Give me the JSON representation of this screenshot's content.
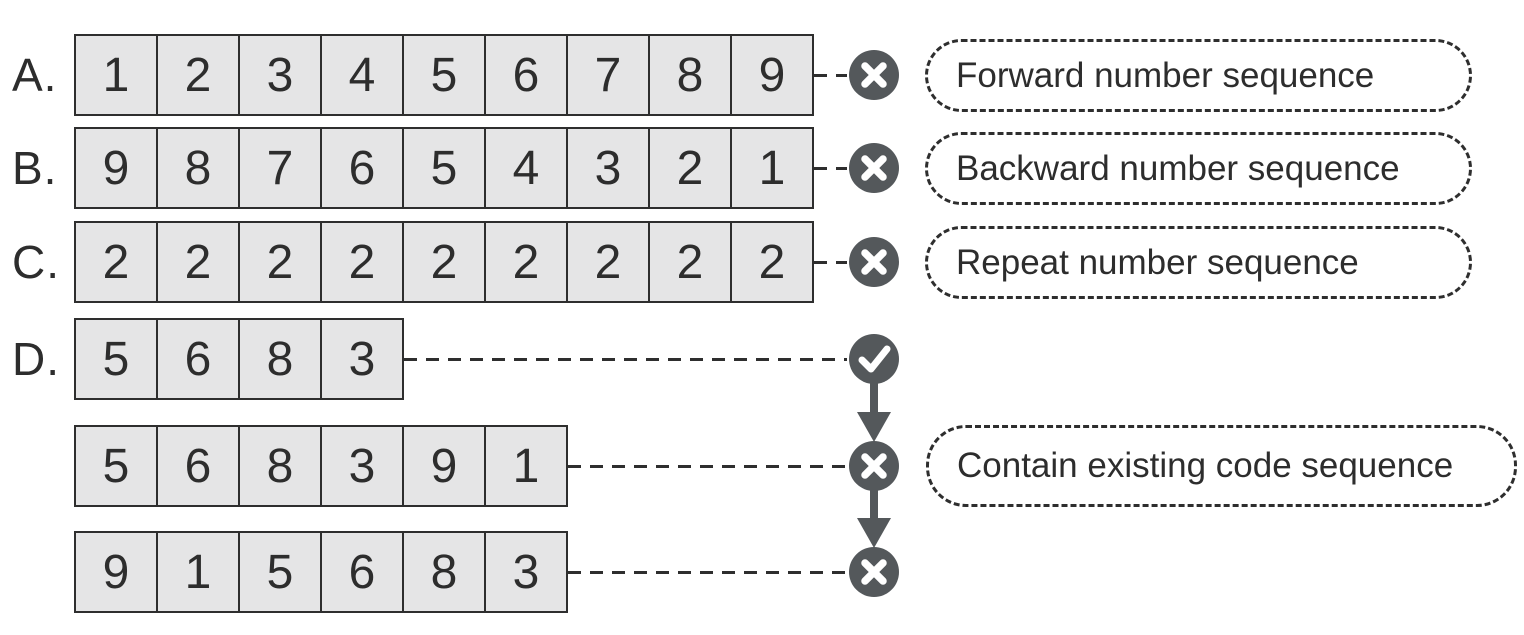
{
  "colors": {
    "background": "#ffffff",
    "box_fill": "#e5e5e6",
    "line": "#2e2e2e",
    "text": "#2d2d2d",
    "icon_bg": "#54585b",
    "icon_glyph": "#ffffff"
  },
  "rows": [
    {
      "label": "A.",
      "cells": [
        "1",
        "2",
        "3",
        "4",
        "5",
        "6",
        "7",
        "8",
        "9"
      ],
      "status": "cross",
      "tag": "Forward number sequence"
    },
    {
      "label": "B.",
      "cells": [
        "9",
        "8",
        "7",
        "6",
        "5",
        "4",
        "3",
        "2",
        "1"
      ],
      "status": "cross",
      "tag": "Backward number sequence"
    },
    {
      "label": "C.",
      "cells": [
        "2",
        "2",
        "2",
        "2",
        "2",
        "2",
        "2",
        "2",
        "2"
      ],
      "status": "cross",
      "tag": "Repeat number sequence"
    },
    {
      "label": "D.",
      "cells": [
        "5",
        "6",
        "8",
        "3"
      ],
      "status": "check",
      "tag": ""
    },
    {
      "label": "",
      "cells": [
        "5",
        "6",
        "8",
        "3",
        "9",
        "1"
      ],
      "status": "cross",
      "tag": "Contain existing code sequence"
    },
    {
      "label": "",
      "cells": [
        "9",
        "1",
        "5",
        "6",
        "8",
        "3"
      ],
      "status": "cross",
      "tag": ""
    }
  ],
  "icons": {
    "check": "check-icon",
    "cross": "cross-icon",
    "arrow": "down-arrow-icon"
  }
}
